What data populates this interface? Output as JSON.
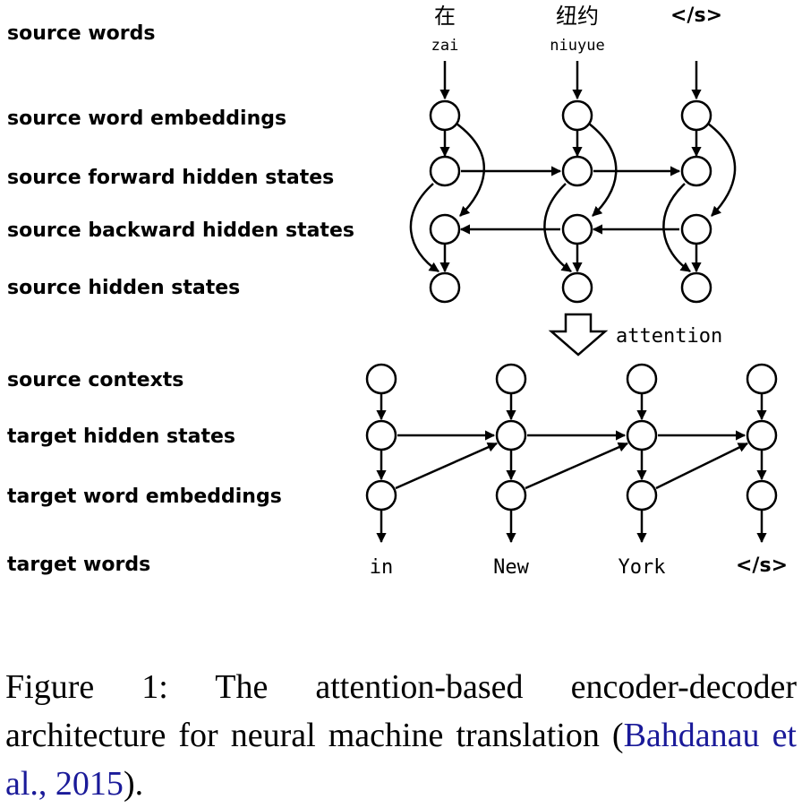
{
  "row_labels": {
    "source_words": "source words",
    "source_word_embeddings": "source word embeddings",
    "source_forward": "source forward hidden states",
    "source_backward": "source backward hidden states",
    "source_hidden": "source hidden states",
    "source_contexts": "source contexts",
    "target_hidden": "target hidden states",
    "target_word_embeddings": "target word embeddings",
    "target_words": "target words"
  },
  "source_tokens": [
    {
      "chinese": "在",
      "pinyin": "zai"
    },
    {
      "chinese": "纽约",
      "pinyin": "niuyue"
    },
    {
      "chinese": "",
      "pinyin": "",
      "special": "</s>"
    }
  ],
  "attention_label": "attention",
  "target_tokens": [
    "in",
    "New",
    "York",
    "</s>"
  ],
  "caption": {
    "text": "Figure 1: The attention-based encoder-decoder architecture for neural machine translation (",
    "citation": "Bahdanau et al., 2015",
    "end": ")."
  }
}
